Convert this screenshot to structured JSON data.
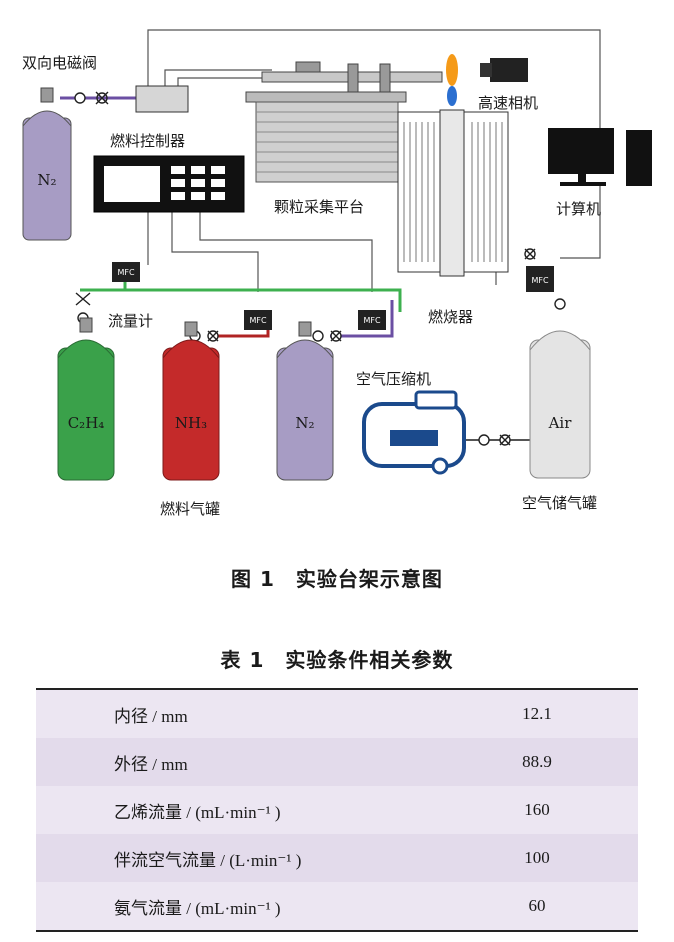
{
  "figure": {
    "caption": "图 1　实验台架示意图",
    "labels": {
      "valve_bidirectional": "双向电磁阀",
      "fuel_controller": "燃料控制器",
      "particle_platform": "颗粒采集平台",
      "camera": "高速相机",
      "computer": "计算机",
      "flowmeter": "流量计",
      "burner": "燃烧器",
      "compressor": "空气压缩机",
      "fuel_tank": "燃料气罐",
      "air_storage": "空气储气罐"
    },
    "tanks": {
      "n2_top": "N₂",
      "c2h4": "C₂H₄",
      "nh3": "NH₃",
      "n2_bottom": "N₂",
      "air": "Air"
    },
    "mfc": "MFC",
    "colors": {
      "c2h4_tank": "#3aa14a",
      "nh3_tank": "#c42a2a",
      "n2_tank": "#a79cc4",
      "air_tank": "#e4e4e4",
      "green_pipe": "#3db04f",
      "purple_pipe": "#6b4fa3",
      "red_pipe": "#b02323",
      "flame": "#f59a18",
      "compressor": "#1b4a8c",
      "table_row": "#ece6f2"
    }
  },
  "table": {
    "caption": "表 1　实验条件相关参数",
    "rows": [
      {
        "name": "内径 / mm",
        "value": "12.1"
      },
      {
        "name": "外径 / mm",
        "value": "88.9"
      },
      {
        "name": "乙烯流量 / (mL·min⁻¹ )",
        "value": "160"
      },
      {
        "name": "伴流空气流量 / (L·min⁻¹ )",
        "value": "100"
      },
      {
        "name": "氨气流量 / (mL·min⁻¹ )",
        "value": "60"
      }
    ]
  }
}
